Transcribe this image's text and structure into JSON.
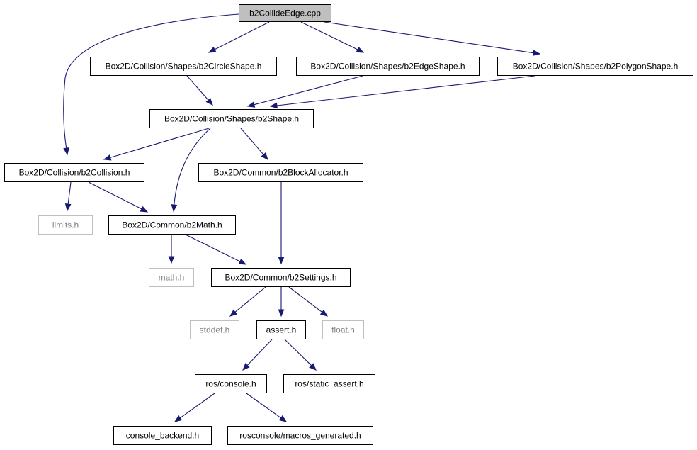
{
  "diagram": {
    "type": "include-dependency-graph",
    "colors": {
      "edge": "#191970",
      "box_border": "#000000",
      "external_border": "#bfbfbf",
      "root_fill": "#bfbfbf",
      "node_fill": "#ffffff",
      "external_text": "#7f7f7f"
    },
    "nodes": {
      "root": {
        "label": "b2CollideEdge.cpp",
        "kind": "root"
      },
      "circle": {
        "label": "Box2D/Collision/Shapes/b2CircleShape.h",
        "kind": "file"
      },
      "edgeshape": {
        "label": "Box2D/Collision/Shapes/b2EdgeShape.h",
        "kind": "file"
      },
      "polygon": {
        "label": "Box2D/Collision/Shapes/b2PolygonShape.h",
        "kind": "file"
      },
      "shape": {
        "label": "Box2D/Collision/Shapes/b2Shape.h",
        "kind": "file"
      },
      "collision": {
        "label": "Box2D/Collision/b2Collision.h",
        "kind": "file"
      },
      "blockalloc": {
        "label": "Box2D/Common/b2BlockAllocator.h",
        "kind": "file"
      },
      "limits": {
        "label": "limits.h",
        "kind": "external"
      },
      "math": {
        "label": "Box2D/Common/b2Math.h",
        "kind": "file"
      },
      "mathh": {
        "label": "math.h",
        "kind": "external"
      },
      "settings": {
        "label": "Box2D/Common/b2Settings.h",
        "kind": "file"
      },
      "stddef": {
        "label": "stddef.h",
        "kind": "external"
      },
      "assert": {
        "label": "assert.h",
        "kind": "file"
      },
      "float": {
        "label": "float.h",
        "kind": "external"
      },
      "console": {
        "label": "ros/console.h",
        "kind": "file"
      },
      "staticassert": {
        "label": "ros/static_assert.h",
        "kind": "file"
      },
      "backend": {
        "label": "console_backend.h",
        "kind": "file"
      },
      "macros": {
        "label": "rosconsole/macros_generated.h",
        "kind": "file"
      }
    },
    "edges": [
      [
        "root",
        "collision"
      ],
      [
        "root",
        "circle"
      ],
      [
        "root",
        "edgeshape"
      ],
      [
        "root",
        "polygon"
      ],
      [
        "circle",
        "shape"
      ],
      [
        "edgeshape",
        "shape"
      ],
      [
        "polygon",
        "shape"
      ],
      [
        "shape",
        "collision"
      ],
      [
        "shape",
        "math"
      ],
      [
        "shape",
        "blockalloc"
      ],
      [
        "collision",
        "limits"
      ],
      [
        "collision",
        "math"
      ],
      [
        "math",
        "mathh"
      ],
      [
        "math",
        "settings"
      ],
      [
        "blockalloc",
        "settings"
      ],
      [
        "settings",
        "stddef"
      ],
      [
        "settings",
        "assert"
      ],
      [
        "settings",
        "float"
      ],
      [
        "assert",
        "console"
      ],
      [
        "assert",
        "staticassert"
      ],
      [
        "console",
        "backend"
      ],
      [
        "console",
        "macros"
      ]
    ]
  }
}
